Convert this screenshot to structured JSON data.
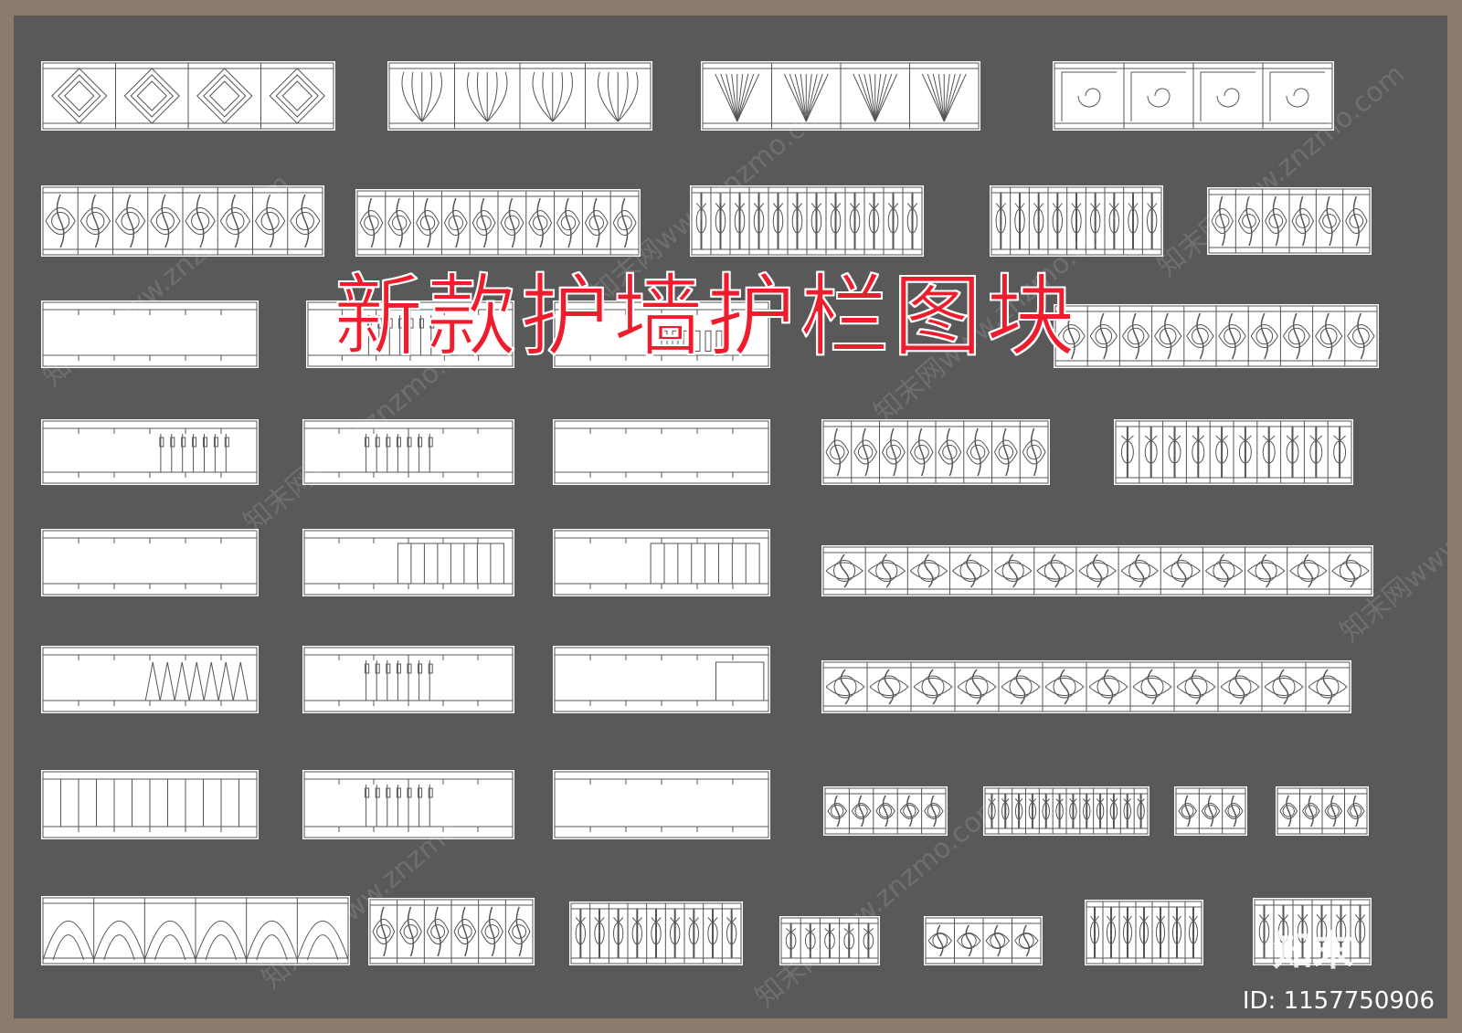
{
  "title": "新款护墙护栏图块",
  "id_label": "ID: 1157750906",
  "logo_text": "知末",
  "watermark_text": "知末网www.znzmo.com",
  "colors": {
    "frame": "#8b7b6c",
    "sheet": "#595959",
    "panel": "#ffffff",
    "title": "#ee1c2c"
  }
}
